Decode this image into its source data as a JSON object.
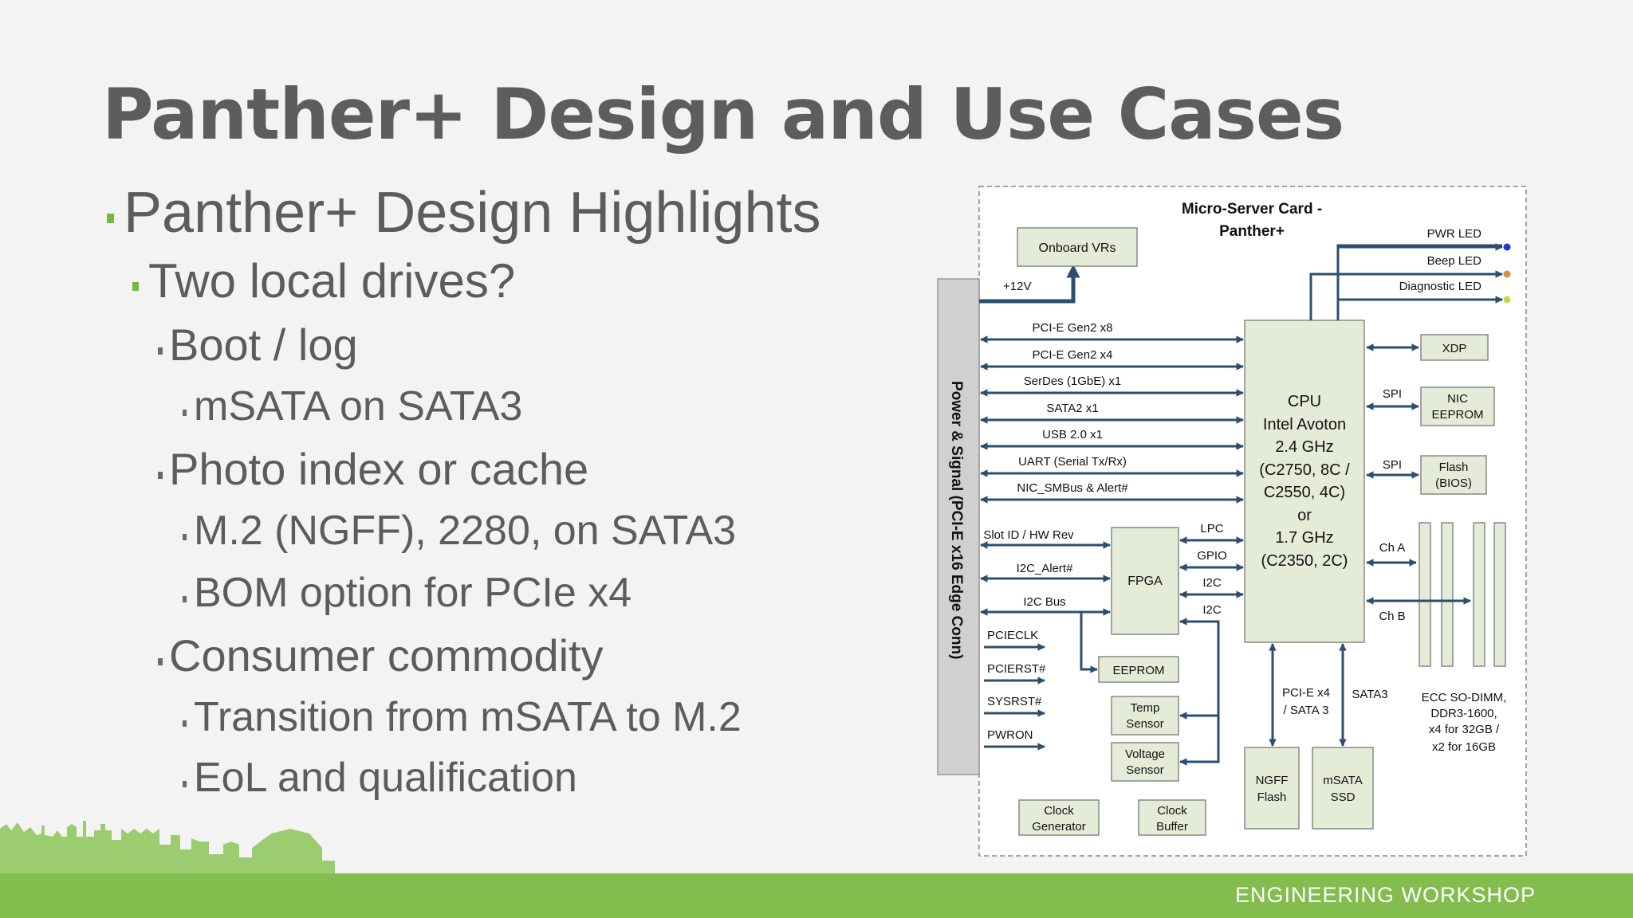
{
  "slide": {
    "title": "Panther+ Design and Use Cases",
    "footer": "ENGINEERING WORKSHOP"
  },
  "bullets": {
    "b1": "Panther+ Design Highlights",
    "b2": "Two local drives?",
    "b3": "Boot / log",
    "b4": "mSATA on SATA3",
    "b5": "Photo index or cache",
    "b6": "M.2 (NGFF), 2280, on SATA3",
    "b7": "BOM option for PCIe x4",
    "b8": "Consumer commodity",
    "b9": "Transition from mSATA to M.2",
    "b10": "EoL and qualification"
  },
  "diagram": {
    "title_line1": "Micro-Server Card -",
    "title_line2": "Panther+",
    "edge_connector": "Power & Signal (PCI-E x16 Edge Conn)",
    "onboard_vrs": "Onboard VRs",
    "plus12v": "+12V",
    "cpu": {
      "l1": "CPU",
      "l2": "Intel Avoton",
      "l3": "2.4 GHz",
      "l4": "(C2750, 8C /",
      "l5": "C2550, 4C)",
      "l6": "or",
      "l7": "1.7 GHz",
      "l8": "(C2350, 2C)"
    },
    "bus": {
      "b1": "PCI-E Gen2 x8",
      "b2": "PCI-E Gen2 x4",
      "b3": "SerDes (1GbE) x1",
      "b4": "SATA2 x1",
      "b5": "USB 2.0 x1",
      "b6": "UART (Serial Tx/Rx)",
      "b7": "NIC_SMBus & Alert#"
    },
    "fpga_side": {
      "s1": "Slot ID / HW Rev",
      "s2": "I2C_Alert#",
      "s3": "I2C Bus",
      "s4": "PCIECLK",
      "s5": "PCIERST#",
      "s6": "SYSRST#",
      "s7": "PWRON"
    },
    "fpga": "FPGA",
    "fpga_cpu": {
      "lpc": "LPC",
      "gpio": "GPIO",
      "i2c_a": "I2C",
      "i2c_b": "I2C"
    },
    "eeprom": "EEPROM",
    "temp_sensor": {
      "l1": "Temp",
      "l2": "Sensor"
    },
    "voltage_sensor": {
      "l1": "Voltage",
      "l2": "Sensor"
    },
    "clock_generator": {
      "l1": "Clock",
      "l2": "Generator"
    },
    "clock_buffer": {
      "l1": "Clock",
      "l2": "Buffer"
    },
    "leds": {
      "pwr": "PWR LED",
      "beep": "Beep LED",
      "diag": "Diagnostic LED"
    },
    "xdp": "XDP",
    "spi_a": "SPI",
    "spi_b": "SPI",
    "nic_eeprom": {
      "l1": "NIC",
      "l2": "EEPROM"
    },
    "flash_bios": {
      "l1": "Flash",
      "l2": "(BIOS)"
    },
    "ch_a": "Ch A",
    "ch_b": "Ch B",
    "dimm_note": {
      "l1": "ECC SO-DIMM,",
      "l2": "DDR3-1600,",
      "l3": "x4 for 32GB /",
      "l4": "x2 for 16GB"
    },
    "pcie_sata": {
      "l1": "PCI-E x4",
      "l2": "/ SATA 3"
    },
    "sata3": "SATA3",
    "ngff_flash": {
      "l1": "NGFF",
      "l2": "Flash"
    },
    "msata_ssd": {
      "l1": "mSATA",
      "l2": "SSD"
    }
  },
  "colors": {
    "accent_green": "#82bd4e",
    "arrow": "#2b4f6f",
    "box_fill": "#e4ecd8",
    "title_gray": "#5d5d5d"
  }
}
